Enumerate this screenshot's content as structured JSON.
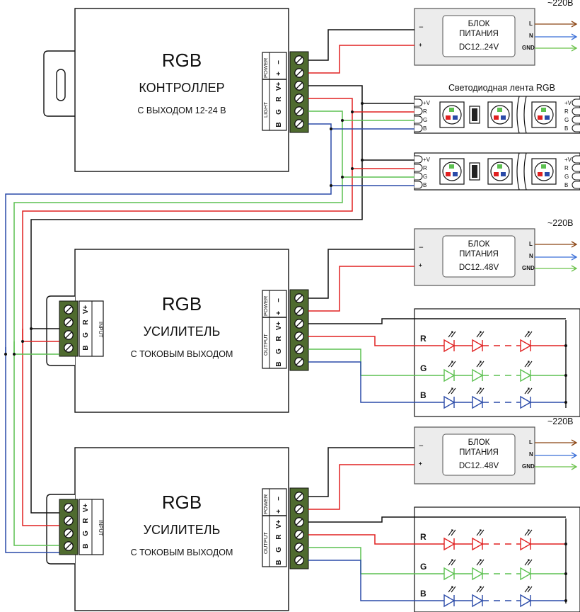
{
  "controller": {
    "title": "RGB",
    "subtitle": "КОНТРОЛЛЕР",
    "note": "С ВЫХОДОМ 12-24 В",
    "power_label": "POWER",
    "light_label": "LIGHT",
    "terminals": [
      "−",
      "+",
      "V+",
      "R",
      "G",
      "B"
    ]
  },
  "psu1": {
    "title1": "БЛОК",
    "title2": "ПИТАНИЯ",
    "spec": "DC12..24V",
    "minus": "−",
    "plus": "+",
    "mains": "~220В",
    "l": "L",
    "n": "N",
    "gnd": "GND"
  },
  "psu2": {
    "title1": "БЛОК",
    "title2": "ПИТАНИЯ",
    "spec": "DC12..48V",
    "minus": "−",
    "plus": "+",
    "mains": "~220В",
    "l": "L",
    "n": "N",
    "gnd": "GND"
  },
  "psu3": {
    "title1": "БЛОК",
    "title2": "ПИТАНИЯ",
    "spec": "DC12..48V",
    "minus": "−",
    "plus": "+",
    "mains": "~220В",
    "l": "L",
    "n": "N",
    "gnd": "GND"
  },
  "strip": {
    "label": "Светодиодная лента RGB",
    "pins_left": [
      "+V",
      "R",
      "G",
      "B"
    ],
    "pins_right": [
      "+V",
      "R",
      "G",
      "B"
    ]
  },
  "amp1": {
    "title": "RGB",
    "subtitle": "УСИЛИТЕЛЬ",
    "note": "С ТОКОВЫМ ВЫХОДОМ",
    "input_label": "INPUT",
    "input_terminals": [
      "V+",
      "R",
      "G",
      "B"
    ],
    "power_label": "POWER",
    "output_label": "OUTPUT",
    "terminals": [
      "−",
      "+",
      "V+",
      "R",
      "G",
      "B"
    ]
  },
  "amp2": {
    "title": "RGB",
    "subtitle": "УСИЛИТЕЛЬ",
    "note": "С ТОКОВЫМ ВЫХОДОМ",
    "input_label": "INPUT",
    "input_terminals": [
      "V+",
      "R",
      "G",
      "B"
    ],
    "power_label": "POWER",
    "output_label": "OUTPUT",
    "terminals": [
      "−",
      "+",
      "V+",
      "R",
      "G",
      "B"
    ]
  },
  "led_channels": [
    "R",
    "G",
    "B"
  ],
  "colors": {
    "red": "#e02020",
    "green": "#5cc050",
    "blue": "#2a4aa8",
    "brown": "#8b4513",
    "mains_blue": "#3a6fd8",
    "mains_green": "#6ac24a",
    "terminal": "#4f6b2f"
  }
}
